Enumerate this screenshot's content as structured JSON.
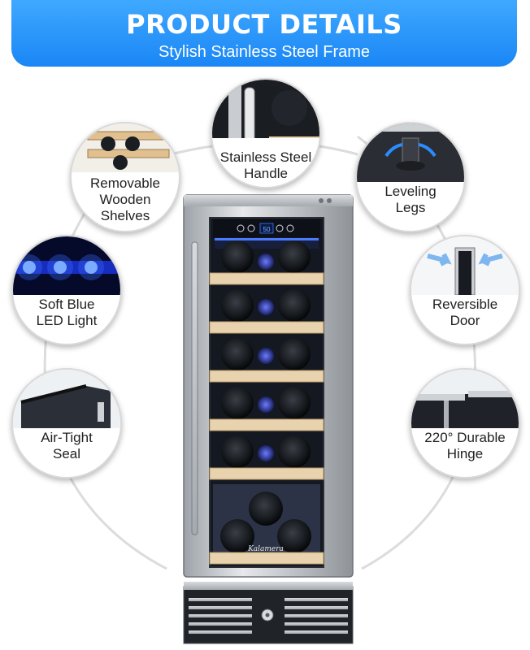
{
  "banner": {
    "title": "PRODUCT DETAILS",
    "subtitle": "Stylish Stainless Steel Frame"
  },
  "brand": "Kalamera",
  "display": {
    "temperature": "50"
  },
  "features": [
    {
      "id": "handle",
      "lines": [
        "Stainless Steel",
        "Handle"
      ],
      "icon": "handle-icon"
    },
    {
      "id": "shelves",
      "lines": [
        "Removable",
        "Wooden",
        "Shelves"
      ],
      "icon": "shelves-icon"
    },
    {
      "id": "legs",
      "lines": [
        "Leveling",
        "Legs"
      ],
      "icon": "leveling-leg-icon"
    },
    {
      "id": "led",
      "lines": [
        "Soft Blue",
        "LED Light"
      ],
      "icon": "led-icon"
    },
    {
      "id": "door",
      "lines": [
        "Reversible",
        "Door"
      ],
      "icon": "reversible-door-icon"
    },
    {
      "id": "seal",
      "lines": [
        "Air-Tight",
        "Seal"
      ],
      "icon": "seal-icon"
    },
    {
      "id": "hinge",
      "lines": [
        "220° Durable",
        "Hinge"
      ],
      "icon": "hinge-icon"
    }
  ],
  "colors": {
    "banner": "#1a86f5",
    "led": "#1e5bff",
    "steel": "#c9ccd0",
    "wood": "#e8d3ae",
    "interior": "#141821"
  }
}
